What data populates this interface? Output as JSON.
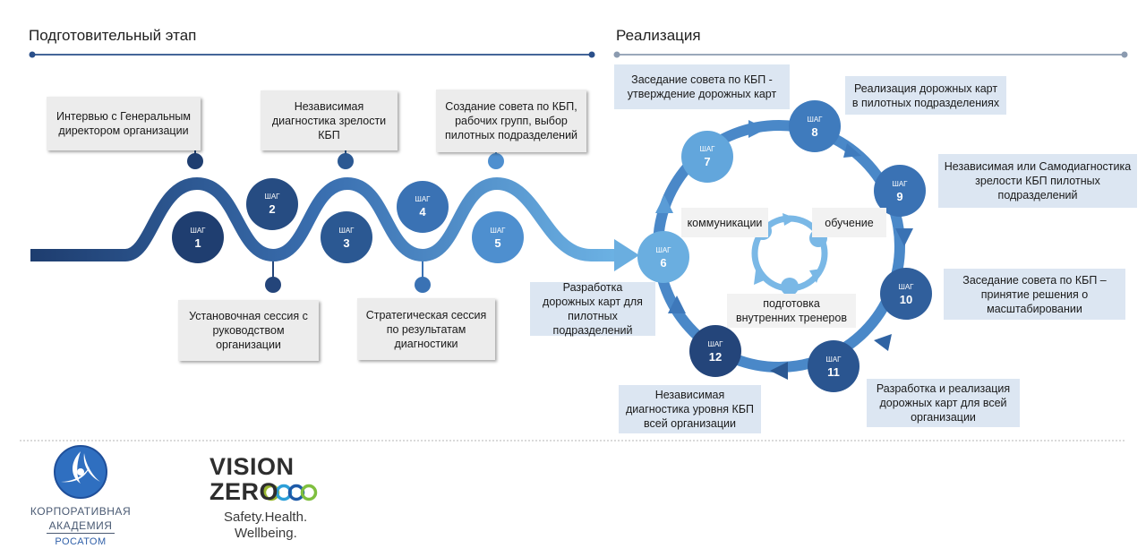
{
  "sections": {
    "prep_title": "Подготовительный этап",
    "impl_title": "Реализация"
  },
  "step_word": "ШАГ",
  "colors": {
    "dark": "#24457a",
    "mid": "#3c6fae",
    "light": "#6aaee0",
    "box": "#ececec",
    "bluebox": "#dce6f2"
  },
  "steps": [
    {
      "num": "1",
      "text": "Интервью с Генеральным директором организации"
    },
    {
      "num": "2",
      "text": "Установочная сессия с руководством организации"
    },
    {
      "num": "3",
      "text": "Независимая диагностика зрелости КБП"
    },
    {
      "num": "4",
      "text": "Стратегическая сессия по результатам диагностики"
    },
    {
      "num": "5",
      "text": "Создание совета по КБП, рабочих групп, выбор пилотных подразделений"
    },
    {
      "num": "6",
      "text": "Разработка дорожных карт для пилотных подразделений"
    },
    {
      "num": "7",
      "text": "Заседание совета по КБП - утверждение дорожных карт"
    },
    {
      "num": "8",
      "text": "Реализация дорожных карт в пилотных подразделениях"
    },
    {
      "num": "9",
      "text": "Независимая или Самодиагностика зрелости КБП  пилотных подразделений"
    },
    {
      "num": "10",
      "text": "Заседание совета по КБП – принятие решения о масштабировании"
    },
    {
      "num": "11",
      "text": "Разработка и реализация дорожных карт для всей организации"
    },
    {
      "num": "12",
      "text": "Независимая диагностика уровня КБП всей организации"
    }
  ],
  "inner_cycle": {
    "left": "коммуникации",
    "right": "обучение",
    "bottom": "подготовка внутренних тренеров"
  },
  "logos": {
    "academy_line1": "КОРПОРАТИВНАЯ",
    "academy_line2": "АКАДЕМИЯ",
    "academy_line3": "РОСАТОМ",
    "vision": "VISION",
    "zero": "ZERO",
    "slogan1": "Safety.Health.",
    "slogan2": "Wellbeing."
  }
}
